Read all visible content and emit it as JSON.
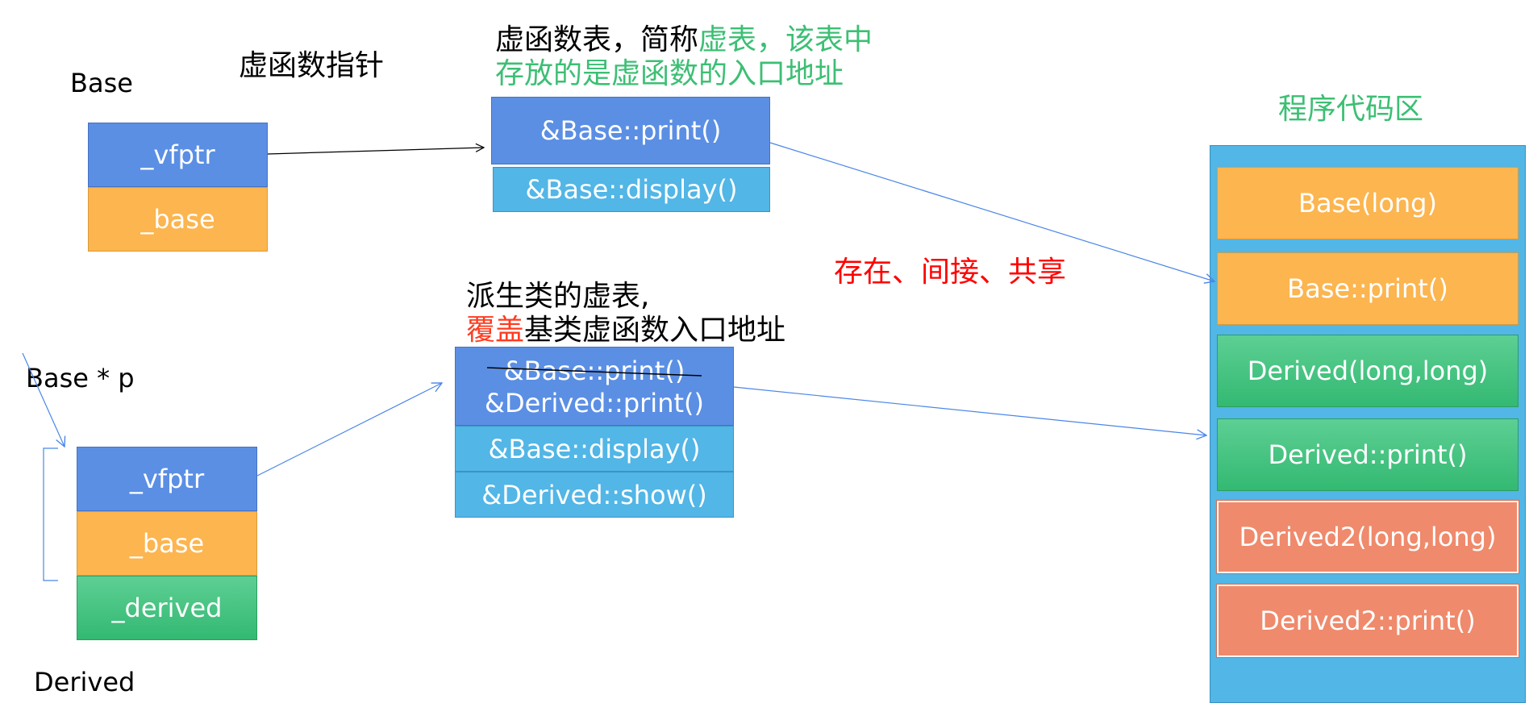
{
  "labels": {
    "base": "Base",
    "vfptr_cn": "虚函数指针",
    "base_ptr": "Base * p",
    "derived": "Derived"
  },
  "vtable_note": {
    "line1_black": "虚函数表，简称",
    "line1_green": "虚表，该表中",
    "line2_green": "存放的是虚函数的入口地址"
  },
  "derived_note": {
    "line1": "派生类的虚表,",
    "line2_red": "覆盖",
    "line2_black": "基类虚函数入口地址"
  },
  "exist_note": "存在、间接、共享",
  "code_area_title": "程序代码区",
  "base_object": {
    "vfptr": "_vfptr",
    "base": "_base"
  },
  "derived_object": {
    "vfptr": "_vfptr",
    "base": "_base",
    "derived": "_derived"
  },
  "base_vtable": {
    "print": "&Base::print()",
    "display": "&Base::display()"
  },
  "derived_vtable": {
    "struck": "&Base::print()",
    "override": "&Derived::print()",
    "display": "&Base::display()",
    "show": "&Derived::show()"
  },
  "code_area": [
    "Base(long)",
    "Base::print()",
    "Derived(long,long)",
    "Derived::print()",
    "Derived2(long,long)",
    "Derived2::print()"
  ],
  "colors": {
    "blue_dark": "#5b8fe4",
    "blue_light": "#52b6e6",
    "orange": "#fcb54f",
    "green": "#3cbf74",
    "salmon": "#ef8a6c",
    "red": "#ff0000",
    "arrow": "#4a86e8"
  }
}
